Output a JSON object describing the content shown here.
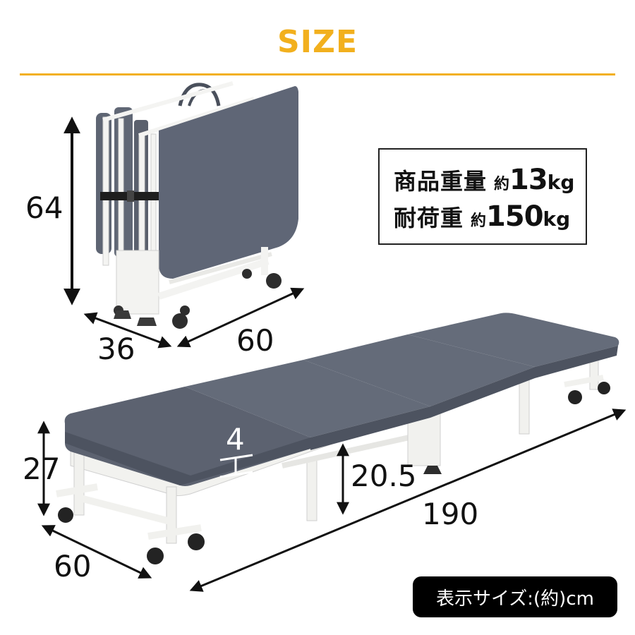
{
  "header": {
    "title": "SIZE",
    "accent_color": "#f2b01e"
  },
  "weight_box": {
    "rows": [
      {
        "label": "商品重量",
        "approx": "約",
        "value": "13",
        "unit": "kg"
      },
      {
        "label": "耐荷重",
        "approx": "約",
        "value": "150",
        "unit": "kg"
      }
    ]
  },
  "folded_dimensions": {
    "height": "64",
    "depth": "36",
    "width": "60"
  },
  "unfolded_dimensions": {
    "height": "27",
    "width": "60",
    "length": "190",
    "mattress_thickness": "4",
    "under_clearance": "20.5"
  },
  "note": {
    "label": "表示サイズ:(約)cm"
  },
  "colors": {
    "mattress": "#5d6370",
    "frame": "#f1f1ee",
    "caster": "#2a2a2a"
  }
}
